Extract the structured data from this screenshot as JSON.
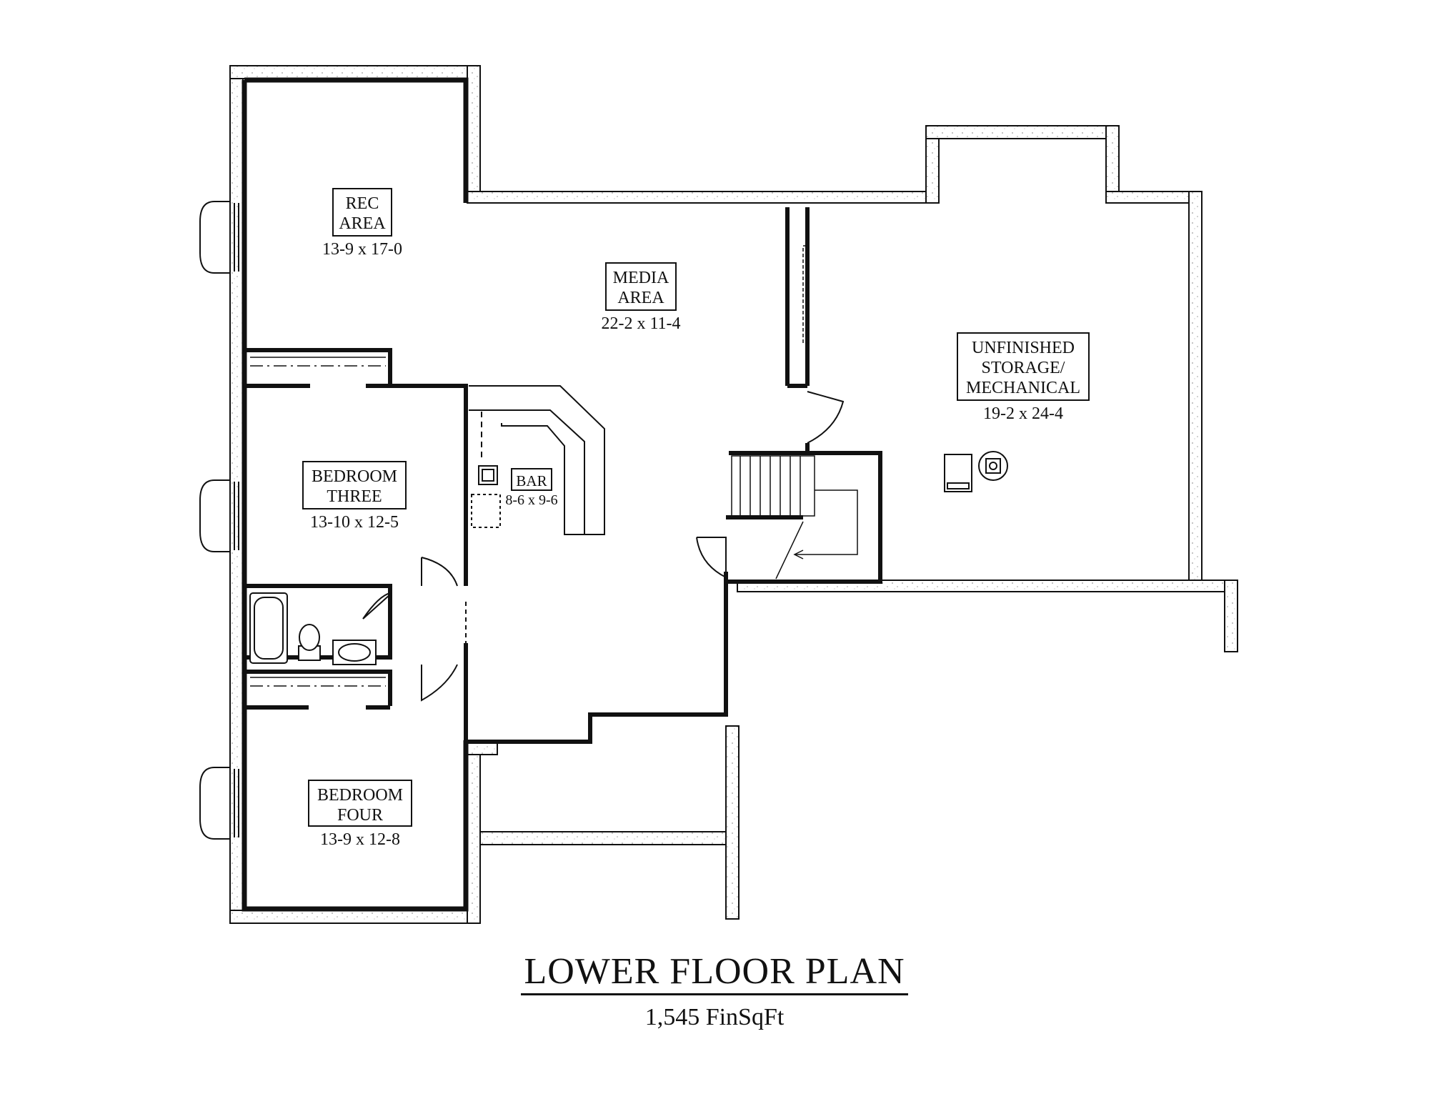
{
  "plan": {
    "title": "LOWER FLOOR PLAN",
    "subtitle": "1,545 FinSqFt"
  },
  "rooms": {
    "rec": {
      "name_line1": "REC",
      "name_line2": "AREA",
      "dims": "13-9 x 17-0"
    },
    "media": {
      "name_line1": "MEDIA",
      "name_line2": "AREA",
      "dims": "22-2 x 11-4"
    },
    "storage": {
      "name_line1": "UNFINISHED",
      "name_line2": "STORAGE/",
      "name_line3": "MECHANICAL",
      "dims": "19-2 x 24-4"
    },
    "bar": {
      "name": "BAR",
      "dims": "8-6 x 9-6"
    },
    "bedroom_three": {
      "name_line1": "BEDROOM",
      "name_line2": "THREE",
      "dims": "13-10 x 12-5"
    },
    "bedroom_four": {
      "name_line1": "BEDROOM",
      "name_line2": "FOUR",
      "dims": "13-9 x 12-8"
    }
  },
  "colors": {
    "wall": "#111111",
    "concrete": "#bdbdbd",
    "background": "#ffffff"
  }
}
